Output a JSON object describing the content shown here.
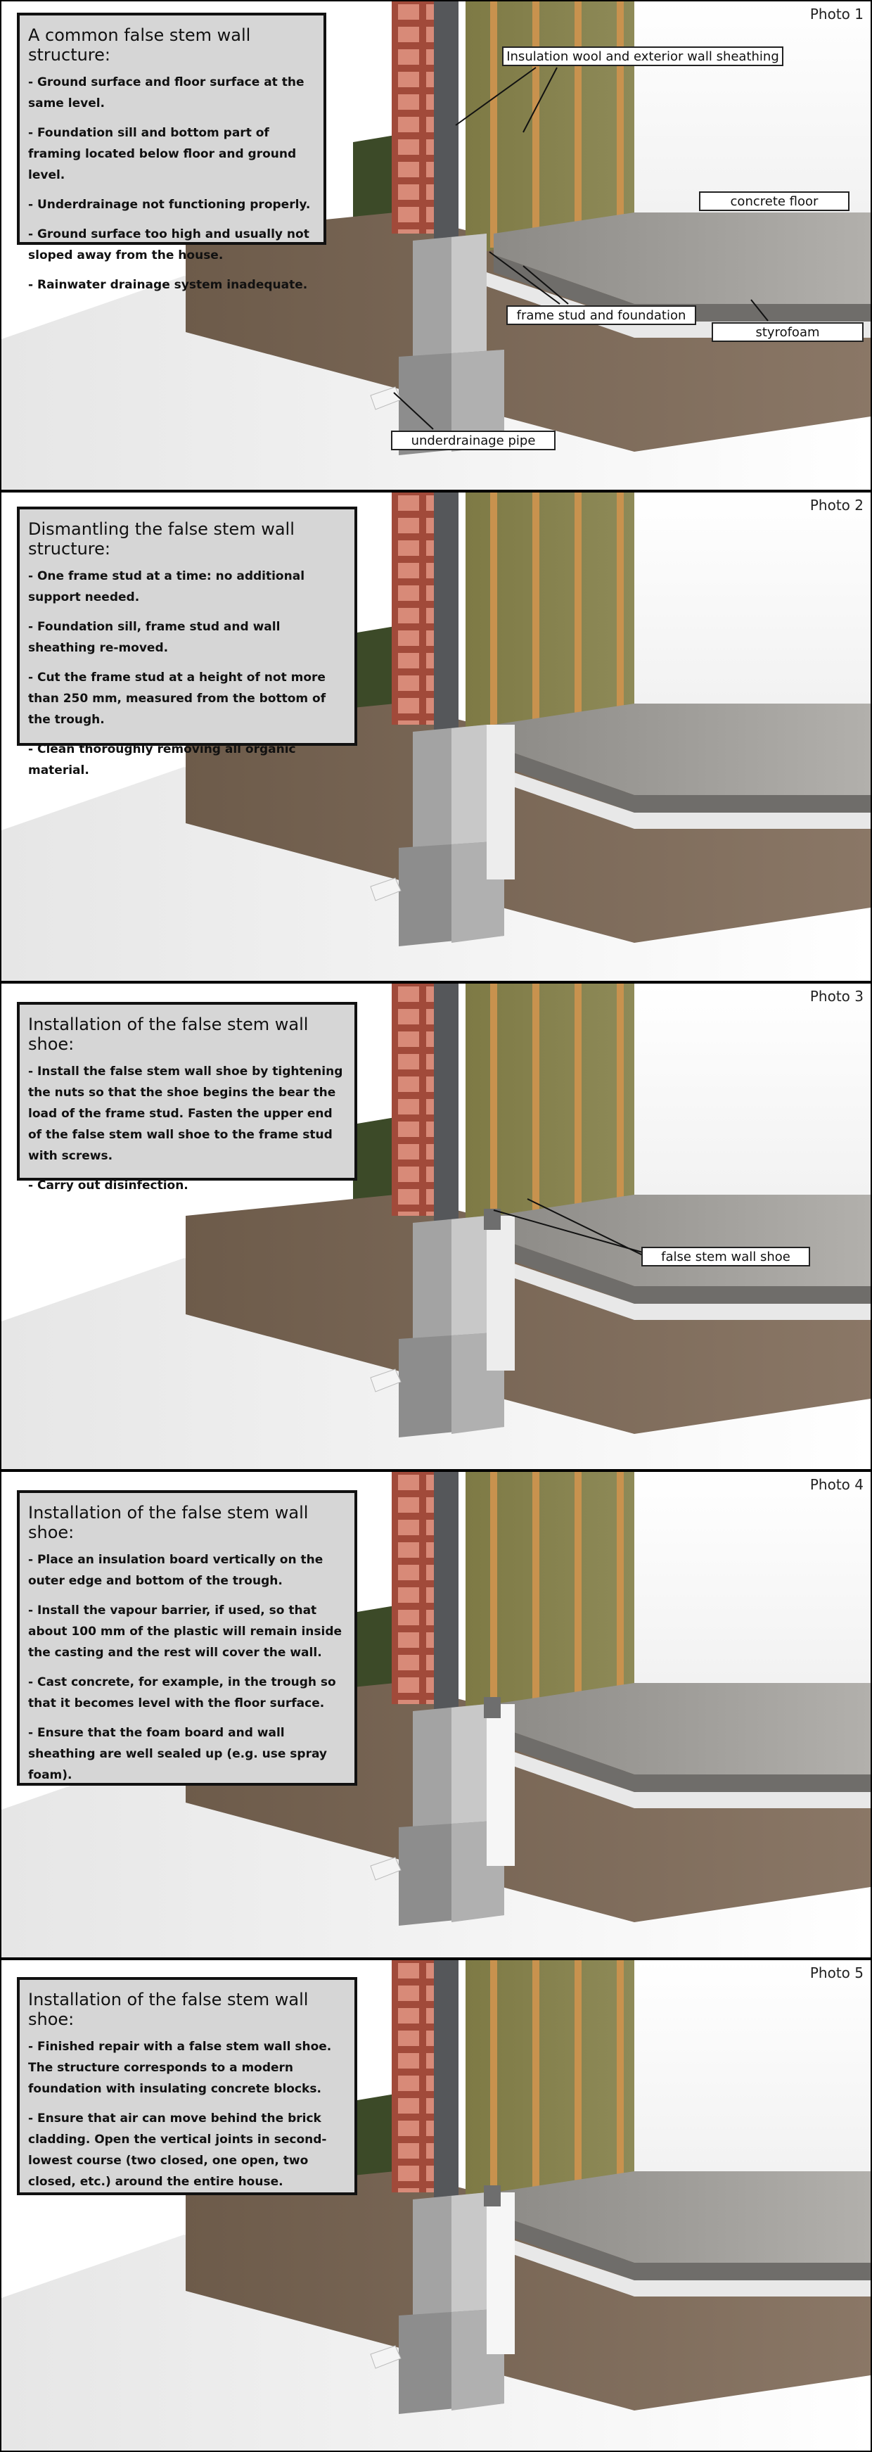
{
  "panels": [
    {
      "photo_label": "Photo 1",
      "title": "A common false stem wall structure:",
      "bullets": [
        "- Ground surface and floor surface at the same level.",
        "- Foundation sill and bottom part of framing located below floor and ground level.",
        "- Underdrainage not functioning properly.",
        "- Ground surface too high and usually not sloped away from the house.",
        "- Rainwater drainage system inadequate."
      ],
      "callouts": {
        "insulation": "Insulation wool and exterior wall sheathing",
        "concrete_floor": "concrete floor",
        "frame_stud": "frame stud and foundation",
        "styrofoam": "styrofoam",
        "underdrainage": "underdrainage pipe"
      }
    },
    {
      "photo_label": "Photo 2",
      "title": "Dismantling the false stem wall structure:",
      "bullets": [
        "- One frame stud at a time: no additional support needed.",
        "- Foundation sill, frame stud and wall sheathing re-moved.",
        "- Cut the frame stud at a height of not more than 250 mm, measured from the bottom of the trough.",
        "- Clean thoroughly removing all organic material."
      ]
    },
    {
      "photo_label": "Photo 3",
      "title": "Installation of the false stem wall shoe:",
      "bullets": [
        "- Install the false stem wall shoe by tightening the nuts so that the shoe begins the bear the load of the frame stud. Fasten the upper end of the false stem wall shoe to the frame stud with screws.",
        "- Carry out disinfection."
      ],
      "callouts": {
        "shoe": "false stem wall shoe"
      }
    },
    {
      "photo_label": "Photo 4",
      "title": "Installation of the false stem wall shoe:",
      "bullets": [
        "- Place an insulation board vertically on the outer edge and bottom of the trough.",
        "- Install the vapour barrier, if used, so that about 100 mm of the plastic will remain inside the casting and the rest will cover the wall.",
        "- Cast concrete, for example, in the trough so that it becomes level with the floor surface.",
        "- Ensure that the foam board and wall sheathing are well sealed up (e.g. use spray foam)."
      ]
    },
    {
      "photo_label": "Photo 5",
      "title": "Installation of the false stem wall shoe:",
      "bullets": [
        "- Finished repair with a false stem wall shoe. The structure corresponds to a modern foundation with insulating concrete blocks.",
        "- Ensure that air can move behind the brick cladding. Open the vertical joints in second-lowest course (two closed, one open, two closed, etc.) around the entire house."
      ]
    }
  ]
}
